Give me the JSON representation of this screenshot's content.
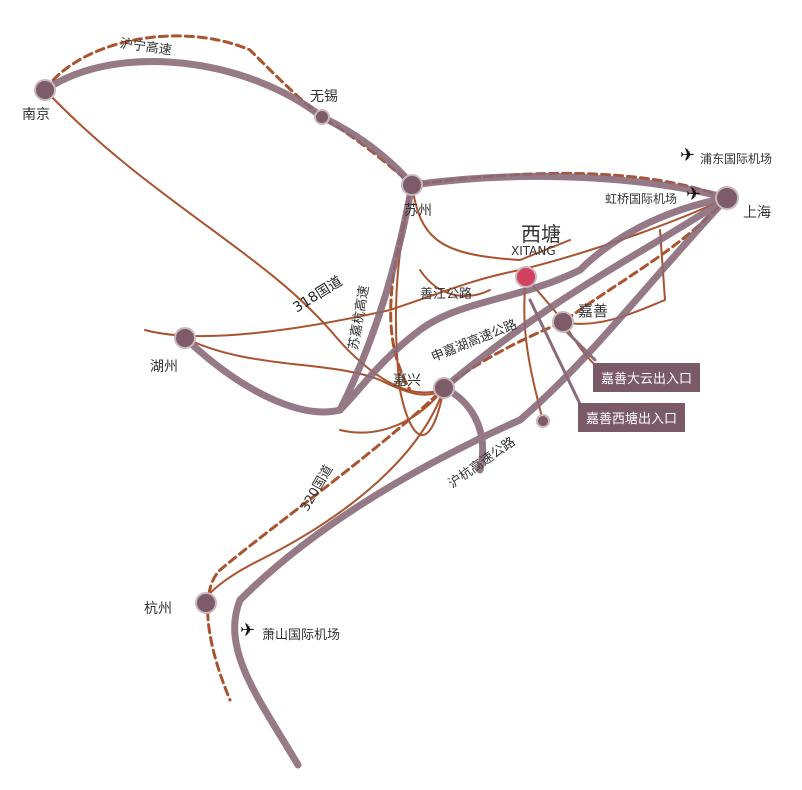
{
  "colors": {
    "highway": "#8b6b79",
    "road": "#a9532f",
    "rail": "#a9532f",
    "city": "#7d5b69",
    "destination": "#d2415f",
    "box": "#7a5a66"
  },
  "cities": {
    "nanjing": "南京",
    "wuxi": "无锡",
    "suzhou": "苏州",
    "shanghai": "上海",
    "xitang": "西塘",
    "xitang_en": "XITANG",
    "jiashan": "嘉善",
    "huzhou": "湖州",
    "jiaxing": "嘉兴",
    "hangzhou": "杭州"
  },
  "roads": {
    "huning": "沪宁高速",
    "g318": "318国道",
    "sujiahang": "苏嘉杭高速",
    "shanjiang": "善江公路",
    "shenjiahu": "申嘉湖高速公路",
    "g320": "320国道",
    "huhang": "沪杭高速公路"
  },
  "airports": {
    "pudong": "浦东国际机场",
    "hongqiao": "虹桥国际机场",
    "xiaoshan": "萧山国际机场"
  },
  "exits": {
    "dayun": "嘉善大云出入口",
    "xitang": "嘉善西塘出入口"
  },
  "icons": {
    "airport": "airplane-icon"
  }
}
